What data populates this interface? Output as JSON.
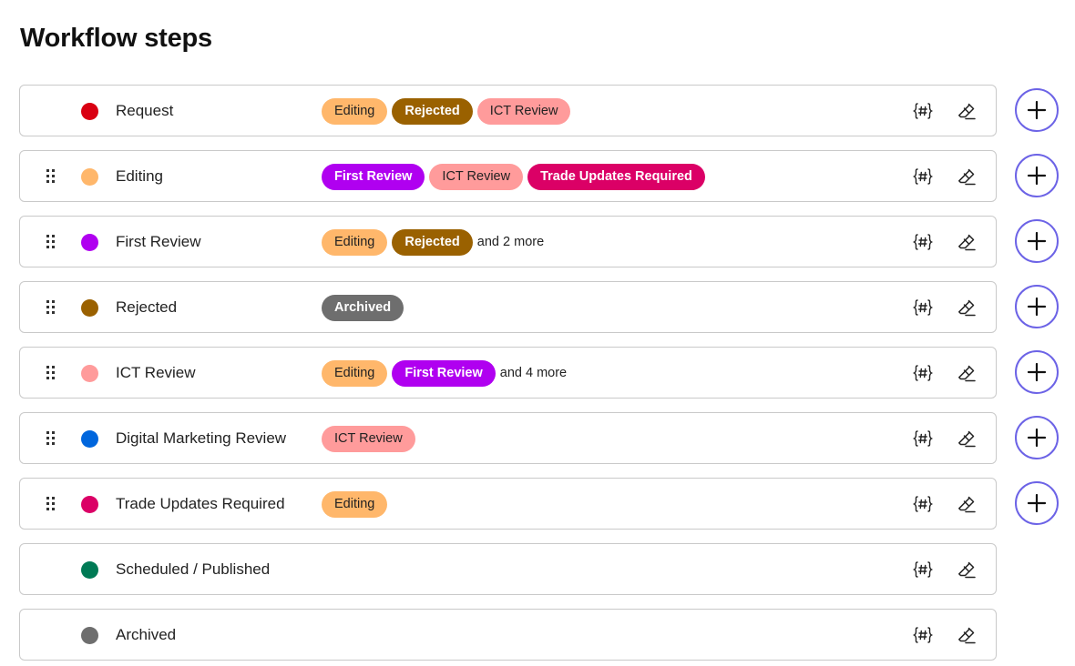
{
  "page": {
    "title": "Workflow steps"
  },
  "steps": [
    {
      "name": "Request",
      "color": "#d90012",
      "draggable": false,
      "can_add": true,
      "transitions": [
        {
          "label": "Editing",
          "bg": "#ffb76b",
          "dark": false
        },
        {
          "label": "Rejected",
          "bg": "#9a6100",
          "dark": true
        },
        {
          "label": "ICT Review",
          "bg": "#ff9b9b",
          "dark": false
        }
      ],
      "more": ""
    },
    {
      "name": "Editing",
      "color": "#ffb76b",
      "draggable": true,
      "can_add": true,
      "transitions": [
        {
          "label": "First Review",
          "bg": "#b000f0",
          "dark": true
        },
        {
          "label": "ICT Review",
          "bg": "#ff9b9b",
          "dark": false
        },
        {
          "label": "Trade Updates Required",
          "bg": "#db0066",
          "dark": true
        }
      ],
      "more": ""
    },
    {
      "name": "First Review",
      "color": "#b000f0",
      "draggable": true,
      "can_add": true,
      "transitions": [
        {
          "label": "Editing",
          "bg": "#ffb76b",
          "dark": false
        },
        {
          "label": "Rejected",
          "bg": "#9a6100",
          "dark": true
        }
      ],
      "more": "and 2 more"
    },
    {
      "name": "Rejected",
      "color": "#9a6100",
      "draggable": true,
      "can_add": true,
      "transitions": [
        {
          "label": "Archived",
          "bg": "#6e6e6e",
          "dark": true
        }
      ],
      "more": ""
    },
    {
      "name": "ICT Review",
      "color": "#ff9b9b",
      "draggable": true,
      "can_add": true,
      "transitions": [
        {
          "label": "Editing",
          "bg": "#ffb76b",
          "dark": false
        },
        {
          "label": "First Review",
          "bg": "#b000f0",
          "dark": true
        }
      ],
      "more": "and 4 more"
    },
    {
      "name": "Digital Marketing Review",
      "color": "#0066dd",
      "draggable": true,
      "can_add": true,
      "transitions": [
        {
          "label": "ICT Review",
          "bg": "#ff9b9b",
          "dark": false
        }
      ],
      "more": ""
    },
    {
      "name": "Trade Updates Required",
      "color": "#db0066",
      "draggable": true,
      "can_add": true,
      "transitions": [
        {
          "label": "Editing",
          "bg": "#ffb76b",
          "dark": false
        }
      ],
      "more": ""
    },
    {
      "name": "Scheduled / Published",
      "color": "#007a55",
      "draggable": false,
      "can_add": false,
      "transitions": [],
      "more": ""
    },
    {
      "name": "Archived",
      "color": "#6e6e6e",
      "draggable": false,
      "can_add": false,
      "transitions": [],
      "more": ""
    }
  ],
  "icons": {
    "drag": "drag-handle-icon",
    "variables": "variables-icon",
    "edit": "eraser-edit-icon",
    "add": "plus-icon"
  },
  "accent": "#6c63e6"
}
